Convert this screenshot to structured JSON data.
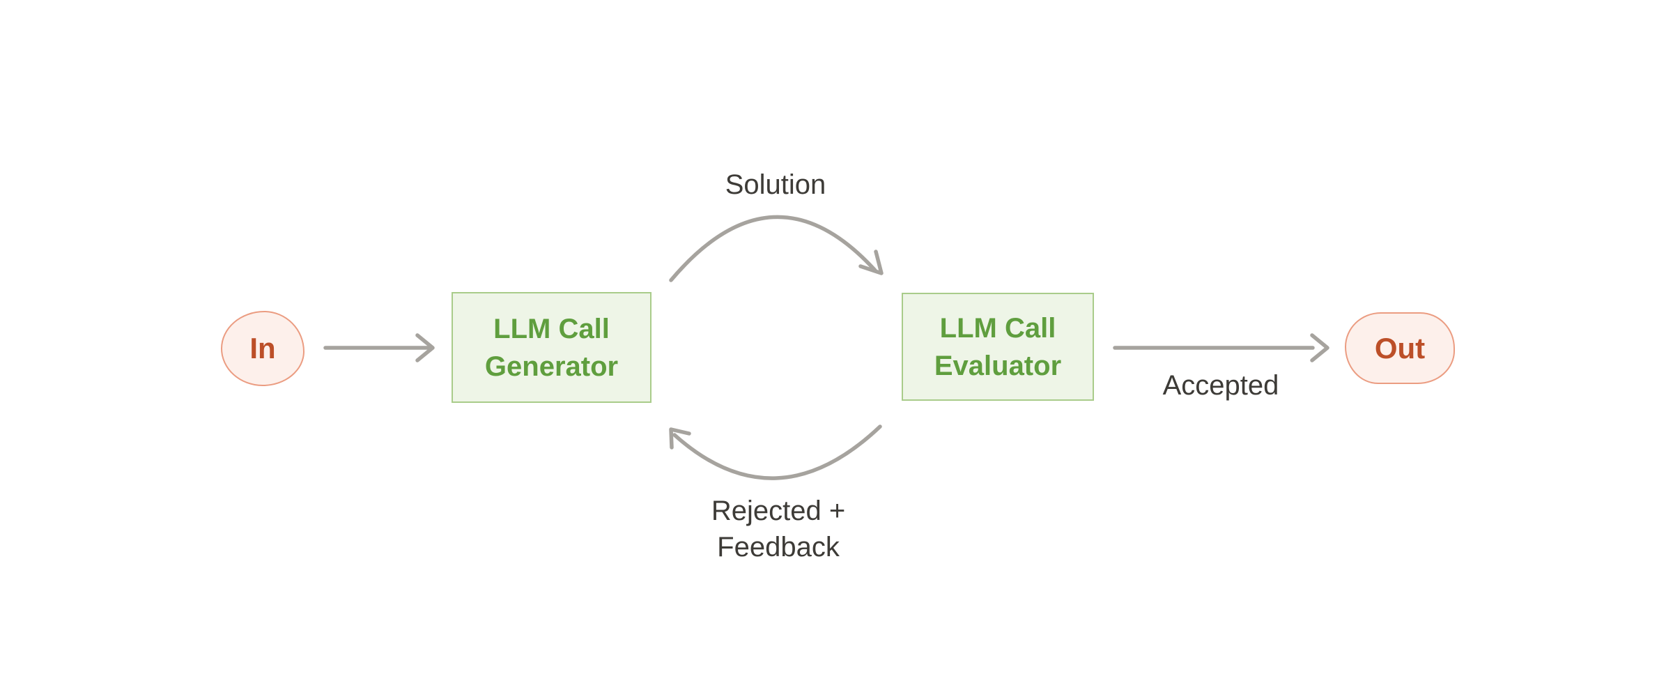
{
  "nodes": {
    "in": {
      "label": "In"
    },
    "generator": {
      "lines": [
        "LLM Call",
        "Generator"
      ]
    },
    "evaluator": {
      "lines": [
        "LLM Call",
        "Evaluator"
      ]
    },
    "out": {
      "label": "Out"
    }
  },
  "edge_labels": {
    "solution": "Solution",
    "rejected": {
      "lines": [
        "Rejected +",
        "Feedback"
      ]
    },
    "accepted": "Accepted"
  },
  "colors": {
    "background": "#ffffff",
    "node_green_fill": "#eef5e7",
    "node_green_border": "#a9cc8a",
    "node_green_text": "#5f9e3e",
    "pill_fill": "#fdf0eb",
    "pill_border": "#eb9c81",
    "pill_text": "#bc4f28",
    "arrow": "#a6a39e",
    "edge_label_text": "#3d3b37"
  }
}
